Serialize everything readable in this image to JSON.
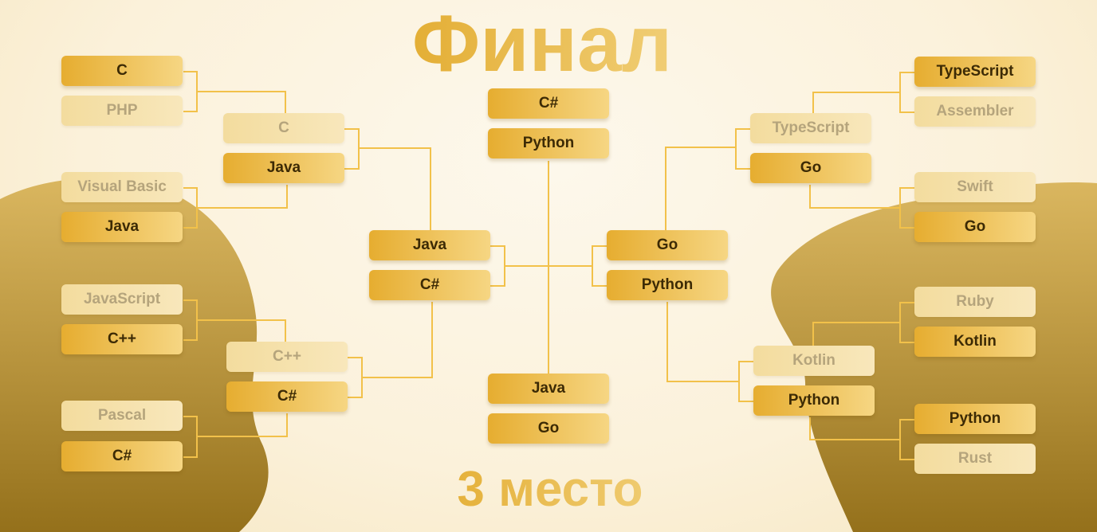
{
  "titles": {
    "final": "Финал",
    "third_place": "3 место"
  },
  "left_round1": [
    {
      "top": "C",
      "bottom": "PHP",
      "winner": "top"
    },
    {
      "top": "Visual Basic",
      "bottom": "Java",
      "winner": "bottom"
    },
    {
      "top": "JavaScript",
      "bottom": "C++",
      "winner": "bottom"
    },
    {
      "top": "Pascal",
      "bottom": "C#",
      "winner": "bottom"
    }
  ],
  "left_round2": [
    {
      "top": "C",
      "bottom": "Java",
      "winner": "bottom"
    },
    {
      "top": "C++",
      "bottom": "C#",
      "winner": "bottom"
    }
  ],
  "left_semifinal": {
    "top": "Java",
    "bottom": "C#"
  },
  "right_round1": [
    {
      "top": "TypeScript",
      "bottom": "Assembler",
      "winner": "top"
    },
    {
      "top": "Swift",
      "bottom": "Go",
      "winner": "bottom"
    },
    {
      "top": "Ruby",
      "bottom": "Kotlin",
      "winner": "bottom"
    },
    {
      "top": "Python",
      "bottom": "Rust",
      "winner": "top"
    }
  ],
  "right_round2": [
    {
      "top": "TypeScript",
      "bottom": "Go",
      "winner": "bottom"
    },
    {
      "top": "Kotlin",
      "bottom": "Python",
      "winner": "bottom"
    }
  ],
  "right_semifinal": {
    "top": "Go",
    "bottom": "Python"
  },
  "final": {
    "top": "C#",
    "bottom": "Python"
  },
  "third_place": {
    "top": "Java",
    "bottom": "Go"
  },
  "colors": {
    "accent": "#e6ad30",
    "line": "#f2c14a",
    "winner_text": "#3c2a05",
    "loser_text": "#b5a47c"
  }
}
